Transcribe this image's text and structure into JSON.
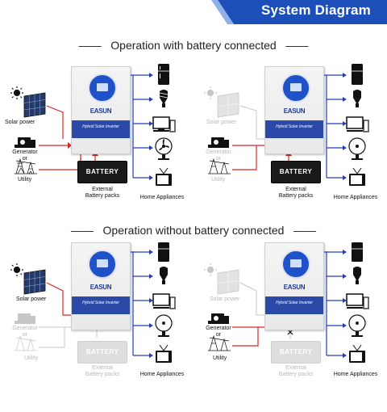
{
  "header": {
    "title": "System Diagram",
    "color": "#1d4fb8"
  },
  "sections": [
    {
      "title": "Operation with battery connected"
    },
    {
      "title": "Operation without battery connected"
    }
  ],
  "labels": {
    "solar": "Solar power",
    "generator": "Generator",
    "or": "or",
    "utility": "Utility",
    "battery": "BATTERY",
    "external1": "External",
    "external2": "Battery packs",
    "appliances": "Home Appliances",
    "brand": "EASUN",
    "model": "Hybrid Solar Inverter"
  },
  "colors": {
    "feed": "#d9262b",
    "output": "#1f3fc4"
  },
  "icons": [
    "sun-icon",
    "solar-panel-icon",
    "generator-icon",
    "utility-pylon-icon",
    "refrigerator-icon",
    "light-bulb-icon",
    "computer-icon",
    "fan-icon",
    "television-icon"
  ]
}
